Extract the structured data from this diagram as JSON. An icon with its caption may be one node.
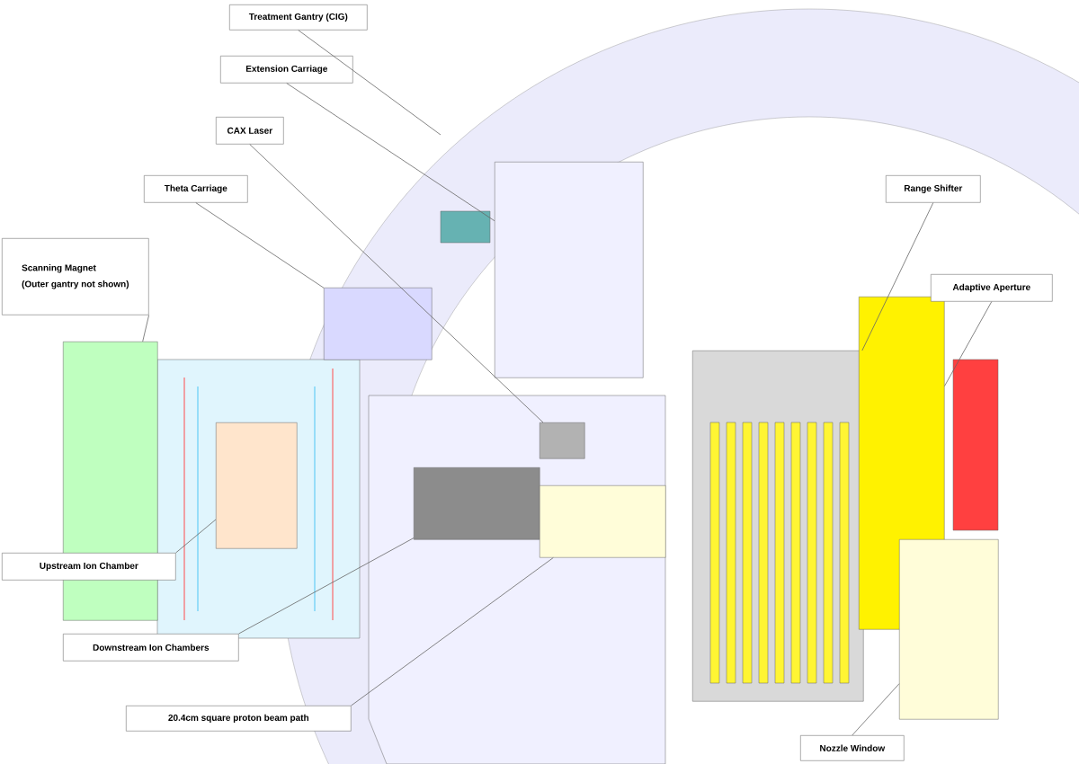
{
  "diagram": {
    "nodes": [
      {
        "text": [
          "Treatment Gantry (CIG)"
        ]
      },
      {
        "text": [
          "Extension Carriage"
        ]
      },
      {
        "text": [
          "CAX Laser"
        ]
      },
      {
        "text": [
          "Theta Carriage"
        ]
      },
      {
        "text": [
          "Scanning Magnet",
          "(Outer gantry not shown)"
        ]
      },
      {
        "text": [
          "Range Shifter"
        ]
      },
      {
        "text": [
          "Adaptive Aperture"
        ]
      },
      {
        "text": [
          "Upstream Ion Chamber"
        ]
      },
      {
        "text": [
          "Downstream Ion Chambers"
        ]
      },
      {
        "text": [
          "20.4cm square proton beam path"
        ]
      },
      {
        "text": [
          "Nozzle Window"
        ]
      },
      {
        "text": [],
        "shape": "box"
      },
      {
        "text": [],
        "shape": "box"
      },
      {
        "text": [],
        "shape": "box"
      },
      {
        "text": [],
        "shape": "box"
      },
      {
        "text": [],
        "shape": "box"
      },
      {
        "text": [],
        "shape": "box"
      },
      {
        "text": [],
        "shape": "box"
      },
      {
        "text": [],
        "shape": "box"
      },
      {
        "text": [],
        "shape": "box"
      },
      {
        "text": [],
        "shape": "box"
      }
    ],
    "edges": [
      {
        "from": 0,
        "to": null,
        "arrow": "none"
      },
      {
        "from": 1,
        "to": 11,
        "arrow": "none"
      },
      {
        "from": 2,
        "to": 12,
        "arrow": "none"
      },
      {
        "from": 3,
        "to": 13,
        "arrow": "none"
      },
      {
        "from": 4,
        "to": 14,
        "arrow": "none"
      },
      {
        "from": 5,
        "to": 15,
        "arrow": "none"
      },
      {
        "from": 6,
        "to": 16,
        "arrow": "none"
      },
      {
        "from": 7,
        "to": 17,
        "arrow": "none"
      },
      {
        "from": 8,
        "to": 18,
        "arrow": "none"
      },
      {
        "from": 9,
        "to": 19,
        "arrow": "none"
      },
      {
        "from": 10,
        "to": 20,
        "arrow": "none"
      }
    ]
  }
}
